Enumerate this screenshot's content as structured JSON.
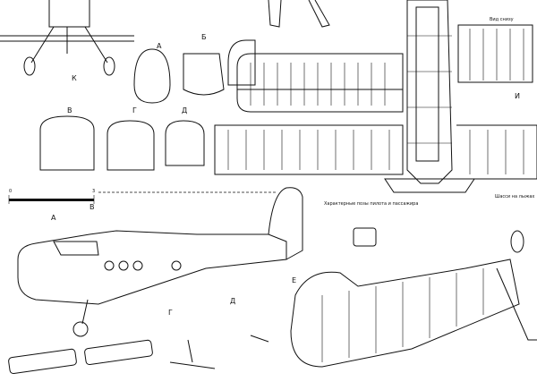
{
  "title": "Ан-2",
  "captions": {
    "bottom_view": "Вид снизу",
    "crew_figure": "Характерные позы пилота и пассажира",
    "ski_note": "Шасси на лыжах"
  },
  "section_labels": [
    "А",
    "Б",
    "В",
    "Г",
    "Д",
    "Е",
    "К",
    "И",
    "Д",
    "Г",
    "В",
    "А"
  ],
  "scale": {
    "start": "0",
    "end": "3"
  }
}
